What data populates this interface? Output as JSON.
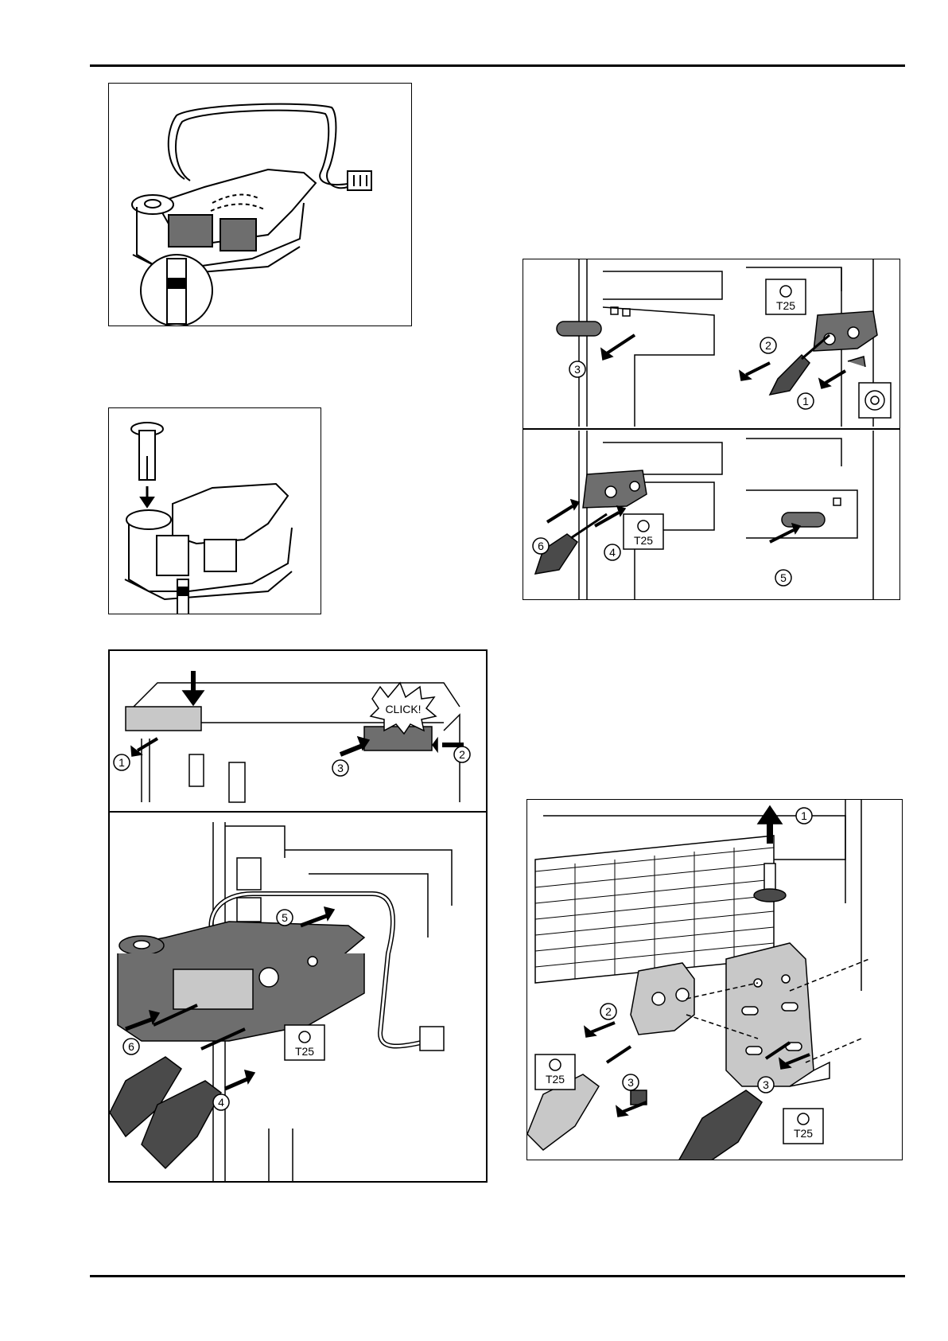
{
  "figures": {
    "fig3": {
      "callouts": [
        "1",
        "2",
        "3",
        "4",
        "5",
        "6"
      ],
      "tool_label": "T25"
    },
    "fig4": {
      "click_text": "CLICK!",
      "callouts_top": [
        "1",
        "2",
        "3"
      ],
      "callouts_bottom": [
        "4",
        "5",
        "6"
      ],
      "tool_label": "T25"
    },
    "fig5": {
      "callouts": [
        "1",
        "2",
        "3",
        "3"
      ],
      "tool_labels": [
        "T25",
        "T25"
      ]
    }
  },
  "colors": {
    "line": "#000000",
    "part_dark": "#6e6e6e",
    "part_light": "#c8c8c8",
    "handle": "#4a4a4a"
  }
}
